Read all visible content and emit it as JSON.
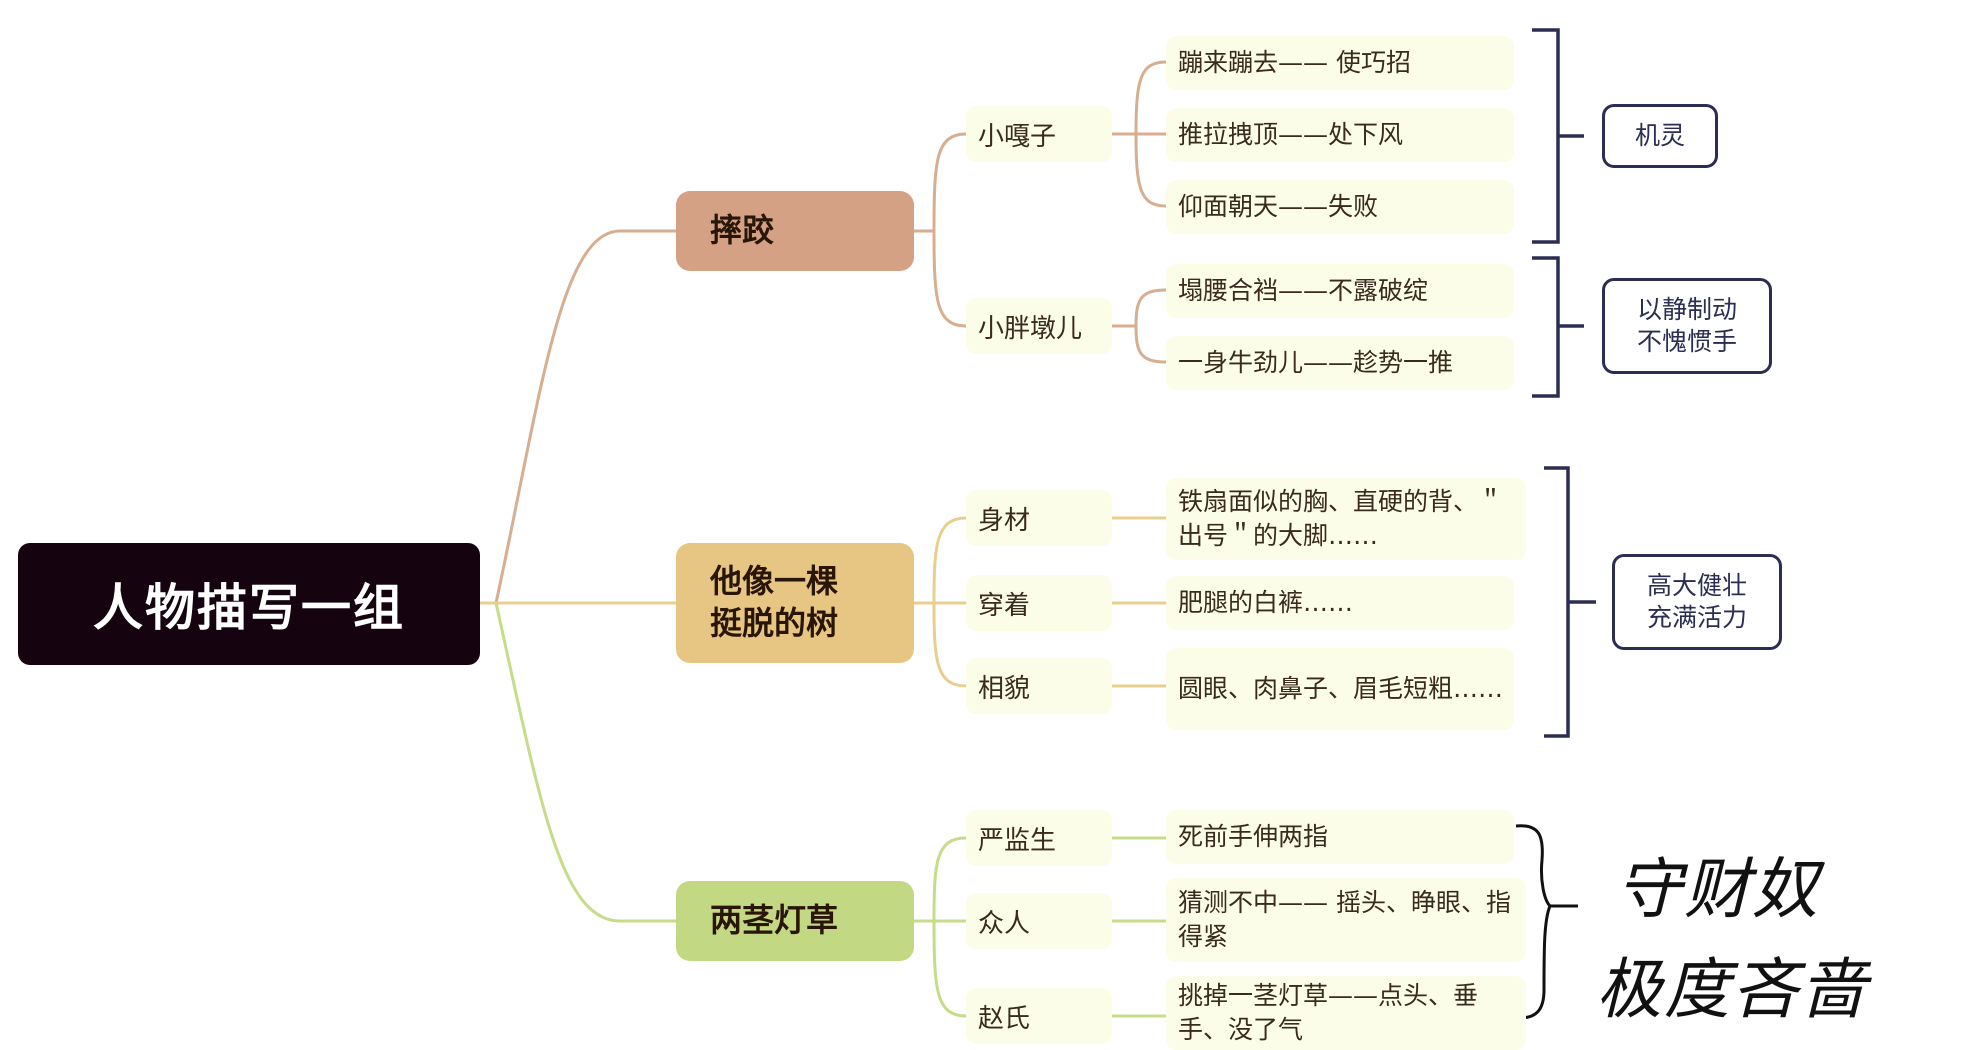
{
  "root": {
    "label": "人物描写一组"
  },
  "branches": [
    {
      "label": "摔跤",
      "color": "#d4a184",
      "line_color": "#d7ae8f",
      "subtopics": [
        {
          "label": "小嘎子",
          "details": [
            "蹦来蹦去—— 使巧招",
            "推拉拽顶——处下风",
            "仰面朝天——失败"
          ]
        },
        {
          "label": "小胖墩儿",
          "details": [
            "塌腰合裆——不露破绽",
            "一身牛劲儿——趁势一推"
          ]
        }
      ]
    },
    {
      "label": "他像一棵\n挺脱的树",
      "color": "#e7c683",
      "line_color": "#e9cf8e",
      "subtopics": [
        {
          "label": "身材",
          "details": [
            "铁扇面似的胸、直硬的背、＂出号＂的大脚……"
          ]
        },
        {
          "label": "穿着",
          "details": [
            "肥腿的白裤……"
          ]
        },
        {
          "label": "相貌",
          "details": [
            "圆眼、肉鼻子、眉毛短粗……"
          ]
        }
      ]
    },
    {
      "label": "两茎灯草",
      "color": "#c3d882",
      "line_color": "#c6dc88",
      "subtopics": [
        {
          "label": "严监生",
          "details": [
            "死前手伸两指"
          ]
        },
        {
          "label": "众人",
          "details": [
            "猜测不中—— 摇头、睁眼、指得紧"
          ]
        },
        {
          "label": "赵氏",
          "details": [
            "挑掉一茎灯草——点头、垂手、没了气"
          ]
        }
      ]
    }
  ],
  "summaries": [
    {
      "label": "机灵"
    },
    {
      "label": "以静制动\n不愧惯手"
    },
    {
      "label": "高大健壮\n充满活力"
    }
  ],
  "handwritten": {
    "line1": "守财奴",
    "line2": "极度吝啬"
  },
  "colors": {
    "root_bg": "#15040f",
    "node_bg": "#fcfde9",
    "bracket": "#2b2d52"
  }
}
